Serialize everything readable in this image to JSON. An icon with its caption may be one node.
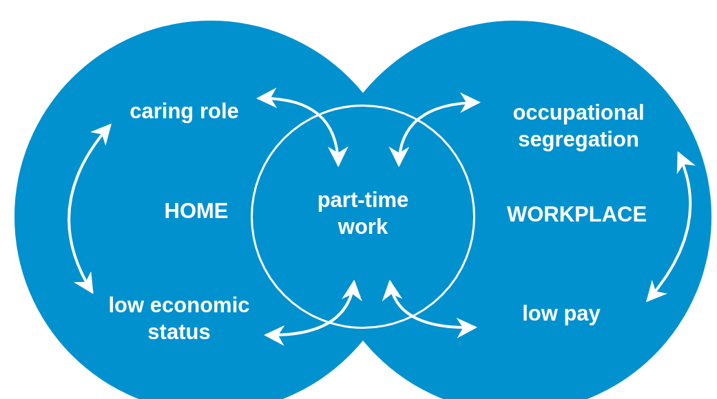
{
  "diagram": {
    "nodes": [
      {
        "text": [
          "HOME"
        ]
      },
      {
        "text": [
          "WORKPLACE"
        ]
      },
      {
        "text": [
          "part-time work"
        ]
      },
      {
        "text": [
          "caring role"
        ],
        "in": 0
      },
      {
        "text": [
          "low economic status"
        ],
        "in": 0
      },
      {
        "text": [
          "occupational segregation"
        ],
        "in": 1
      },
      {
        "text": [
          "low pay"
        ],
        "in": 1
      }
    ],
    "edges": [
      {
        "from": 3,
        "to": 4,
        "arrow": "both"
      },
      {
        "from": 3,
        "to": 2,
        "arrow": "both"
      },
      {
        "from": 5,
        "to": 2,
        "arrow": "both"
      },
      {
        "from": 4,
        "to": 2,
        "arrow": "both"
      },
      {
        "from": 6,
        "to": 2,
        "arrow": "both"
      },
      {
        "from": 5,
        "to": 6,
        "arrow": "both"
      }
    ]
  }
}
